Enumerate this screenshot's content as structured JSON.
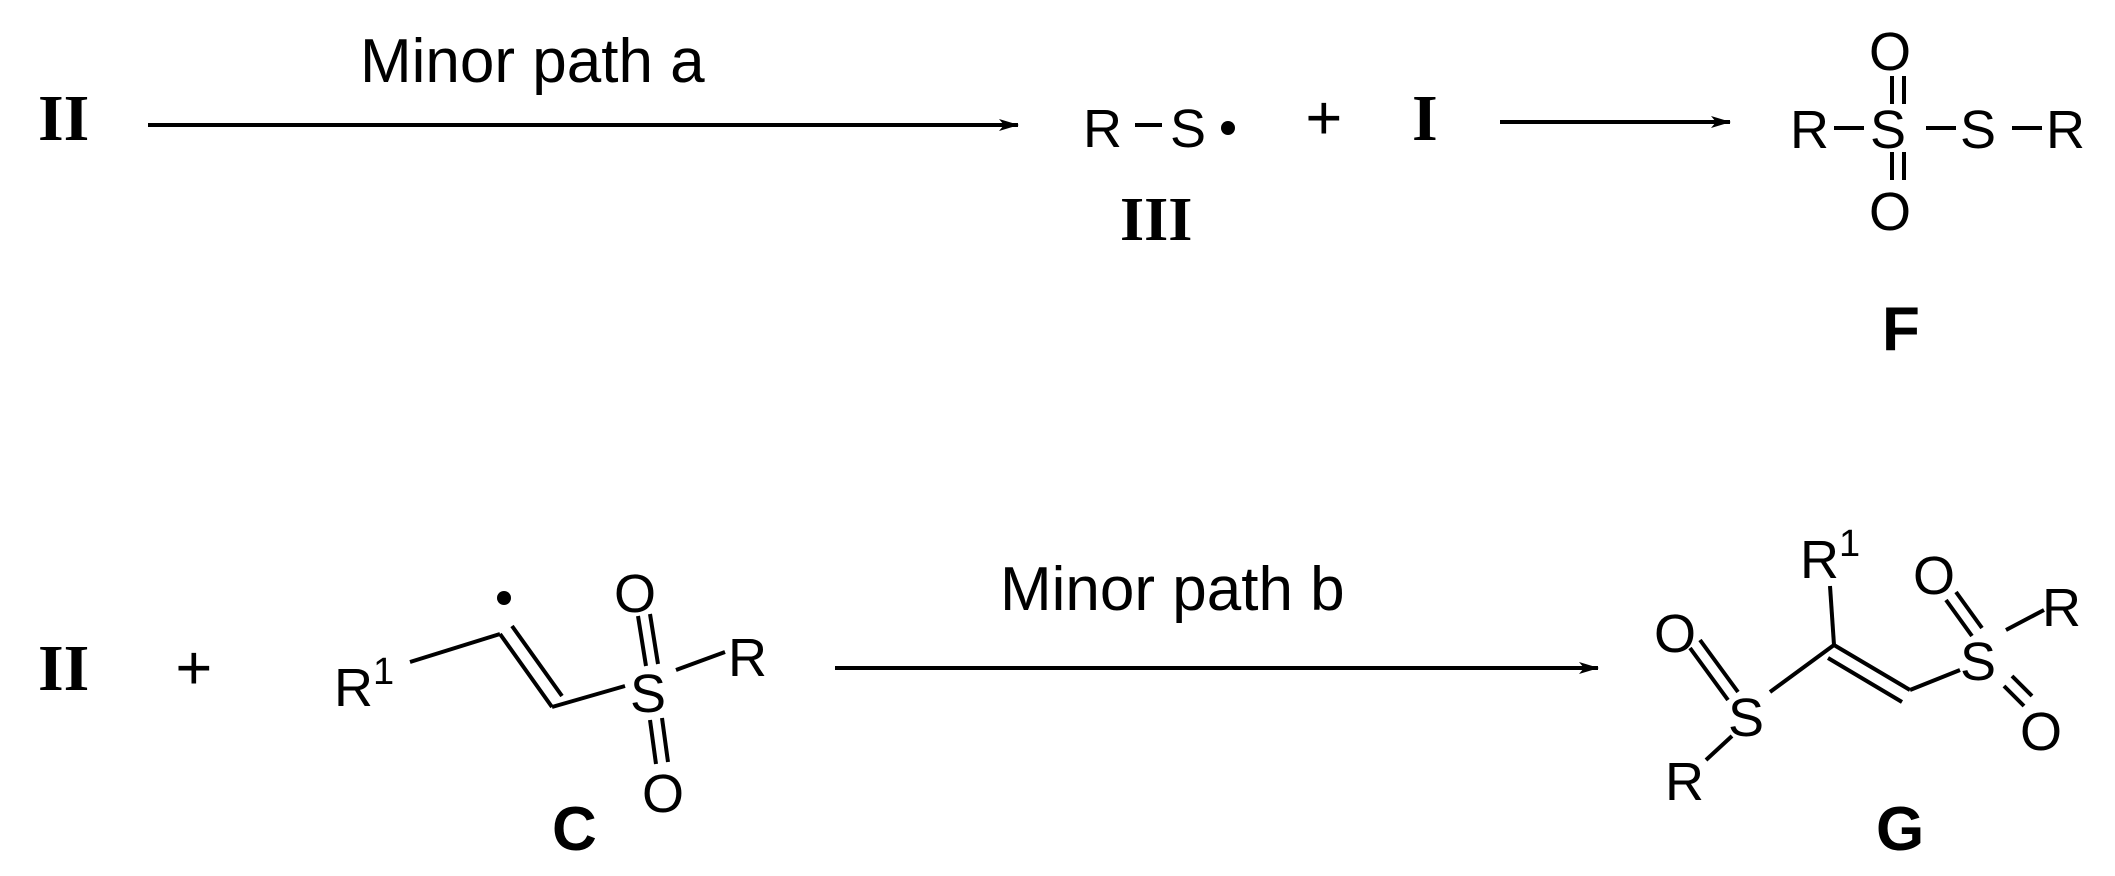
{
  "row1": {
    "reactant_label": "II",
    "arrow1_label": "Minor path a",
    "radical": {
      "r": "R",
      "s": "S"
    },
    "radical_label": "III",
    "plus": "+",
    "coreactant_label": "I",
    "product": {
      "r_left": "R",
      "s_center": "S",
      "o_top": "O",
      "o_bottom": "O",
      "s_right": "S",
      "r_right": "R"
    },
    "product_label": "F"
  },
  "row2": {
    "reactant_label": "II",
    "plus": "+",
    "vinyl_radical": {
      "r1": "R",
      "r1_sup": "1",
      "s": "S",
      "o_top": "O",
      "o_bottom": "O",
      "r": "R"
    },
    "vinyl_radical_label": "C",
    "arrow_label": "Minor path b",
    "product": {
      "r1": "R",
      "r1_sup": "1",
      "o_left": "O",
      "s_left": "S",
      "r_left": "R",
      "o_top": "O",
      "s_right": "S",
      "r_right": "R",
      "o_right": "O"
    },
    "product_label": "G"
  }
}
